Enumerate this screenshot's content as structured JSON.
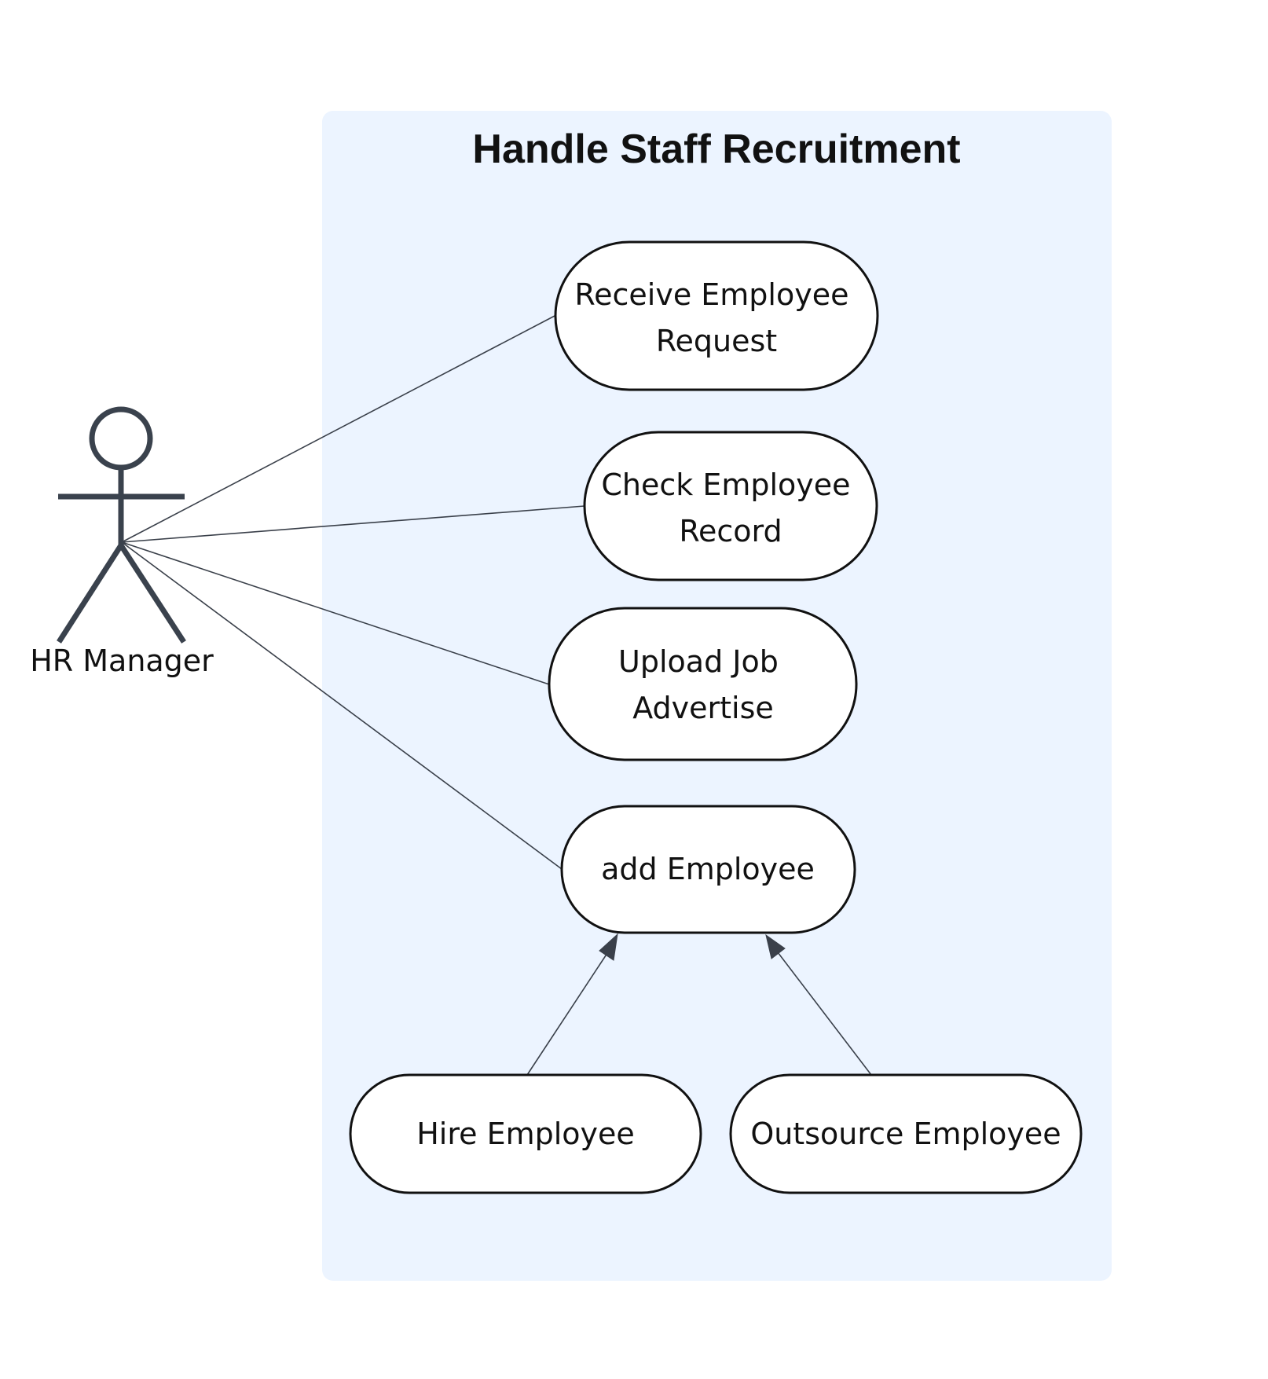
{
  "diagram": {
    "type": "use-case",
    "boundary": {
      "title": "Handle Staff Recruitment"
    },
    "actor": {
      "name": "HR Manager"
    },
    "use_cases": [
      {
        "id": "receive",
        "lines": [
          "Receive Employee",
          "Request"
        ]
      },
      {
        "id": "check",
        "lines": [
          "Check Employee",
          "Record"
        ]
      },
      {
        "id": "upload",
        "lines": [
          "Upload Job",
          "Advertise"
        ]
      },
      {
        "id": "add",
        "lines": [
          "add Employee"
        ]
      },
      {
        "id": "hire",
        "lines": [
          "Hire Employee"
        ]
      },
      {
        "id": "outsource",
        "lines": [
          "Outsource Employee"
        ]
      }
    ],
    "associations": [
      {
        "from": "actor",
        "to": "receive"
      },
      {
        "from": "actor",
        "to": "check"
      },
      {
        "from": "actor",
        "to": "upload"
      },
      {
        "from": "actor",
        "to": "add"
      }
    ],
    "generalizations": [
      {
        "from": "hire",
        "to": "add"
      },
      {
        "from": "outsource",
        "to": "add"
      }
    ],
    "colors": {
      "boundary_fill": "#ecf4ff",
      "usecase_fill": "#ffffff",
      "outline": "#111111",
      "line": "#3a404a",
      "actor": "#3a424d"
    }
  }
}
